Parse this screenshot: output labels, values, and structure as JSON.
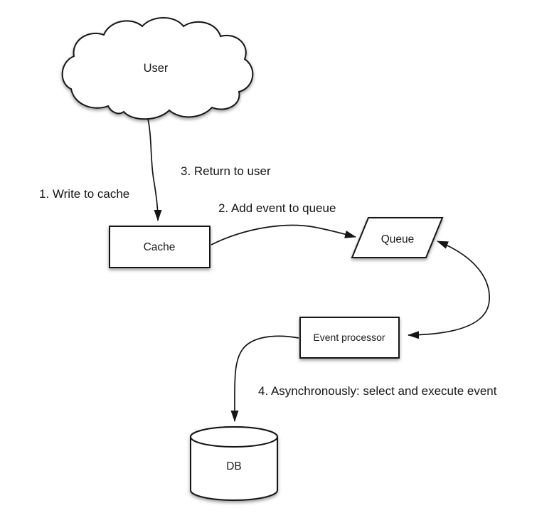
{
  "diagram": {
    "type": "flow-diagram",
    "description": "Write-behind cache event flow",
    "colors": {
      "background": "#ffffff",
      "stroke": "#151515",
      "shape_fill": "#ffffff",
      "text": "#1b1b1b"
    },
    "nodes": {
      "user": {
        "label": "User",
        "shape": "cloud"
      },
      "cache": {
        "label": "Cache",
        "shape": "rectangle"
      },
      "queue": {
        "label": "Queue",
        "shape": "parallelogram"
      },
      "event_processor": {
        "label": "Event processor",
        "shape": "rectangle"
      },
      "db": {
        "label": "DB",
        "shape": "cylinder"
      }
    },
    "edges": [
      {
        "from": "user",
        "to": "cache",
        "style": "curved",
        "arrowheads": "end"
      },
      {
        "from": "cache",
        "to": "queue",
        "style": "curved",
        "arrowheads": "end"
      },
      {
        "from": "queue",
        "to": "event_processor",
        "style": "curved",
        "arrowheads": "both"
      },
      {
        "from": "event_processor",
        "to": "db",
        "style": "curved",
        "arrowheads": "end"
      }
    ],
    "steps": {
      "step1": {
        "label": "1. Write to cache"
      },
      "step2": {
        "label": "2. Add event to queue"
      },
      "step3": {
        "label": "3. Return to user"
      },
      "step4": {
        "label": "4. Asynchronously: select and execute event"
      }
    }
  }
}
